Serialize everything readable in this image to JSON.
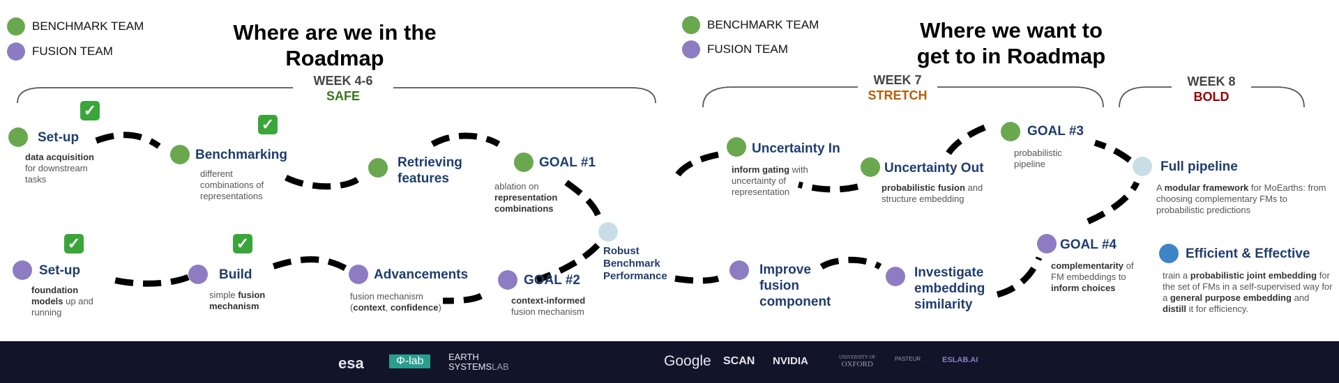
{
  "left": {
    "legend": [
      {
        "label": "BENCHMARK TEAM",
        "color": "#6aa84f"
      },
      {
        "label": "FUSION TEAM",
        "color": "#8e7cc3"
      }
    ],
    "heading_line1": "Where are we in the",
    "heading_line2": "Roadmap",
    "week": {
      "label": "WEEK 4-6",
      "tag": "SAFE",
      "tag_color": "#38761d"
    }
  },
  "right": {
    "legend": [
      {
        "label": "BENCHMARK TEAM",
        "color": "#6aa84f"
      },
      {
        "label": "FUSION TEAM",
        "color": "#8e7cc3"
      }
    ],
    "heading_line1": "Where we want to",
    "heading_line2": "get to in Roadmap",
    "week7": {
      "label": "WEEK 7",
      "tag": "STRETCH",
      "tag_color": "#b45f06"
    },
    "week8": {
      "label": "WEEK 8",
      "tag": "BOLD",
      "tag_color": "#990000"
    }
  },
  "nodes": {
    "b_setup": {
      "title": "Set-up",
      "desc_b1": "data acquisition",
      "desc_t1": "for downstream tasks"
    },
    "b_benchmarking": {
      "title": "Benchmarking",
      "desc_t1": "different combinations of representations"
    },
    "b_retrieving": {
      "title_l1": "Retrieving",
      "title_l2": "features"
    },
    "b_goal1": {
      "title": "GOAL #1",
      "desc_t1": "ablation on",
      "desc_b1": "representation combinations"
    },
    "f_setup": {
      "title": "Set-up",
      "desc_b1": "foundation models",
      "desc_t1": "up and running"
    },
    "f_build": {
      "title": "Build",
      "desc_t1": "simple",
      "desc_b1": "fusion mechanism"
    },
    "f_advancements": {
      "title": "Advancements",
      "desc_t1": "fusion mechanism",
      "desc_t2": "(",
      "desc_b1": "context",
      "desc_t3": ", ",
      "desc_b2": "confidence",
      "desc_t4": ")"
    },
    "f_goal2": {
      "title": "GOAL #2",
      "desc_b1": "context-informed",
      "desc_t1": "fusion mechanism"
    },
    "robust": {
      "title": "Robust Benchmark Performance"
    },
    "u_in": {
      "title": "Uncertainty In",
      "desc_b1": "inform gating",
      "desc_t1": "with uncertainty of representation"
    },
    "u_out": {
      "title": "Uncertainty Out",
      "desc_b1": "probabilistic fusion",
      "desc_t1": "and structure embedding"
    },
    "goal3": {
      "title": "GOAL #3",
      "desc_t1": "probabilistic pipeline"
    },
    "full": {
      "title": "Full pipeline",
      "desc_t1": "A",
      "desc_b1": "modular framework",
      "desc_t2": "for MoEarths: from choosing complementary FMs to probabilistic predictions"
    },
    "improve": {
      "title": "Improve fusion component"
    },
    "investigate": {
      "title": "Investigate embedding similarity"
    },
    "goal4": {
      "title": "GOAL #4",
      "desc_b1": "complementarity",
      "desc_t1": "of FM embeddings to",
      "desc_b2": "inform choices"
    },
    "efficient": {
      "title": "Efficient & Effective",
      "desc_t1": "train a",
      "desc_b1": "probabilistic joint embedding",
      "desc_t2": "for the set of FMs in a self-supervised way for a",
      "desc_b2": "general purpose embedding",
      "desc_t3": "and",
      "desc_b3": "distill",
      "desc_t4": "it for efficiency."
    }
  },
  "colors": {
    "benchmark": "#6aa84f",
    "fusion": "#8e7cc3",
    "robust": "#c9dde6",
    "efficient": "#3d85c6",
    "title": "#1f3d6e"
  },
  "check_icon": "✓",
  "footer": {
    "logos": [
      "esa",
      "Φ-lab",
      "EARTH",
      "SYSTEMS",
      "LAB",
      "Google",
      "SCAN",
      "NVIDIA",
      "UNIVERSITY OF",
      "OXFORD",
      "PASTEUR",
      "ESLAB.AI"
    ]
  }
}
